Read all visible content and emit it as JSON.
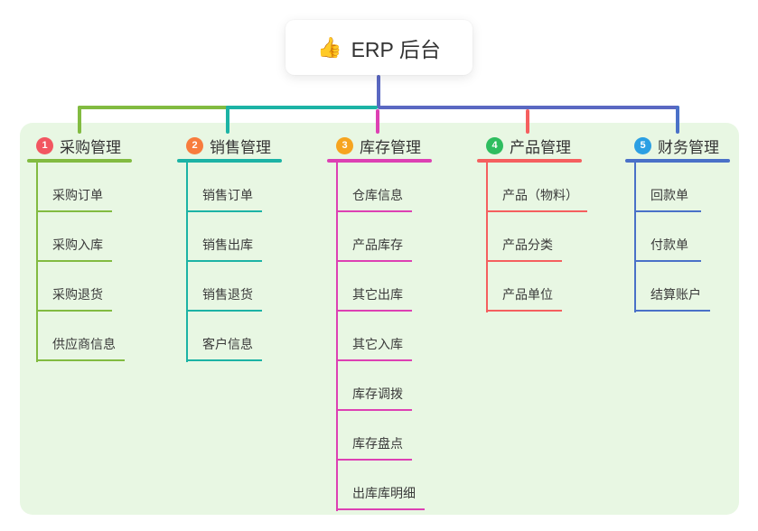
{
  "root": {
    "icon": "👍",
    "title": "ERP 后台"
  },
  "branches": [
    {
      "num": "1",
      "title": "采购管理",
      "badge_color": "#f25661",
      "line_color": "#82bb41",
      "children": [
        "采购订单",
        "采购入库",
        "采购退货",
        "供应商信息"
      ]
    },
    {
      "num": "2",
      "title": "销售管理",
      "badge_color": "#f87c3d",
      "line_color": "#1cb3a5",
      "children": [
        "销售订单",
        "销售出库",
        "销售退货",
        "客户信息"
      ]
    },
    {
      "num": "3",
      "title": "库存管理",
      "badge_color": "#f6a41f",
      "line_color": "#dd40b3",
      "children": [
        "仓库信息",
        "产品库存",
        "其它出库",
        "其它入库",
        "库存调拨",
        "库存盘点",
        "出库库明细"
      ]
    },
    {
      "num": "4",
      "title": "产品管理",
      "badge_color": "#2ebd5f",
      "line_color": "#f55f5f",
      "children": [
        "产品（物料）",
        "产品分类",
        "产品单位"
      ]
    },
    {
      "num": "5",
      "title": "财务管理",
      "badge_color": "#2b9fe3",
      "line_color": "#4a71c8",
      "children": [
        "回款单",
        "付款单",
        "结算账户"
      ]
    }
  ],
  "colors": {
    "panel_bg": "#e8f7e3",
    "root_connector": "#5a68c2"
  }
}
